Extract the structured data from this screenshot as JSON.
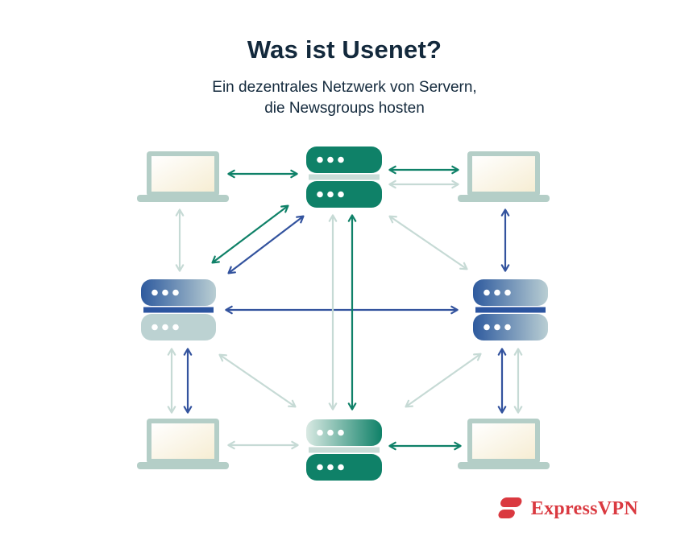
{
  "header": {
    "title": "Was ist Usenet?",
    "subtitle_line1": "Ein dezentrales Netzwerk von Servern,",
    "subtitle_line2": "die Newsgroups hosten"
  },
  "logo": {
    "brand": "ExpressVPN"
  },
  "colors": {
    "title_text": "#13293C",
    "green": "#0F8168",
    "navy": "#33539E",
    "pale": "#C6DAD5",
    "dark_blue": "#2E5A9E",
    "blue_gradient_light": "#B9CED3",
    "green_gradient_light": "#D9E9E3",
    "pale_server": "#BCD2D2",
    "server_band_light": "#C9DCD7",
    "server_band_dark": "#2C55A0",
    "laptop_frame": "#B4CEC7",
    "screen_white": "#FFFFFF",
    "screen_cream": "#F6EDD3",
    "brand_red": "#DA3940"
  },
  "diagram": {
    "nodes": [
      {
        "id": "laptop-top-left",
        "type": "laptop",
        "variant": "cream-screen"
      },
      {
        "id": "laptop-top-right",
        "type": "laptop",
        "variant": "cream-screen"
      },
      {
        "id": "laptop-bottom-left",
        "type": "laptop",
        "variant": "cream-screen"
      },
      {
        "id": "laptop-bottom-right",
        "type": "laptop",
        "variant": "cream-screen"
      },
      {
        "id": "server-top",
        "type": "server",
        "variant": "green-solid"
      },
      {
        "id": "server-left",
        "type": "server",
        "variant": "blue-gradient-top-pale-bottom"
      },
      {
        "id": "server-right",
        "type": "server",
        "variant": "blue-gradient"
      },
      {
        "id": "server-bottom",
        "type": "server",
        "variant": "green-gradient-top-green-bottom"
      }
    ],
    "edges": [
      {
        "from": "laptop-top-left",
        "to": "server-top",
        "color": "green",
        "arrows": "both"
      },
      {
        "from": "server-top",
        "to": "laptop-top-right",
        "color": "green",
        "arrows": "both"
      },
      {
        "from": "server-top",
        "to": "laptop-top-right",
        "color": "pale",
        "arrows": "both"
      },
      {
        "from": "laptop-top-left",
        "to": "server-left",
        "color": "pale",
        "arrows": "both"
      },
      {
        "from": "laptop-top-right",
        "to": "server-right",
        "color": "navy",
        "arrows": "both"
      },
      {
        "from": "server-left",
        "to": "server-top",
        "color": "green",
        "arrows": "both"
      },
      {
        "from": "server-left",
        "to": "server-top",
        "color": "navy",
        "arrows": "both"
      },
      {
        "from": "server-top",
        "to": "server-right",
        "color": "pale",
        "arrows": "both"
      },
      {
        "from": "server-left",
        "to": "server-right",
        "color": "navy",
        "arrows": "both"
      },
      {
        "from": "server-top",
        "to": "server-bottom",
        "color": "pale",
        "arrows": "both"
      },
      {
        "from": "server-top",
        "to": "server-bottom",
        "color": "green",
        "arrows": "both"
      },
      {
        "from": "server-left",
        "to": "laptop-bottom-left",
        "color": "pale",
        "arrows": "both"
      },
      {
        "from": "server-left",
        "to": "laptop-bottom-left",
        "color": "navy",
        "arrows": "both"
      },
      {
        "from": "server-left",
        "to": "server-bottom",
        "color": "pale",
        "arrows": "both"
      },
      {
        "from": "server-right",
        "to": "server-bottom",
        "color": "pale",
        "arrows": "both"
      },
      {
        "from": "server-right",
        "to": "laptop-bottom-right",
        "color": "navy",
        "arrows": "both"
      },
      {
        "from": "server-right",
        "to": "laptop-bottom-right",
        "color": "pale",
        "arrows": "both"
      },
      {
        "from": "laptop-bottom-left",
        "to": "server-bottom",
        "color": "pale",
        "arrows": "both"
      },
      {
        "from": "server-bottom",
        "to": "laptop-bottom-right",
        "color": "green",
        "arrows": "both"
      }
    ]
  }
}
